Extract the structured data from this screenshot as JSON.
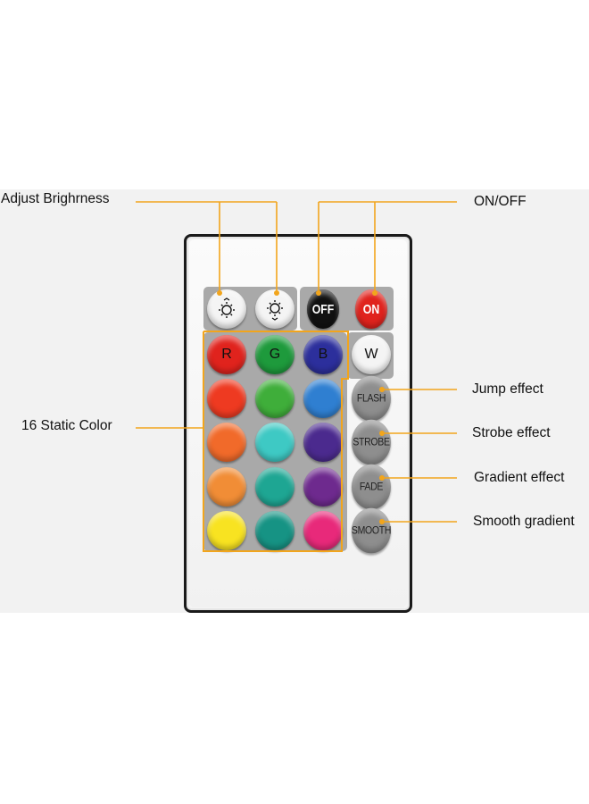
{
  "annotations": {
    "adjust_brightness": "Adjust Brighrness",
    "on_off": "ON/OFF",
    "static_color": "16 Static Color",
    "jump": "Jump effect",
    "strobe": "Strobe effect",
    "gradient": "Gradient effect",
    "smooth": "Smooth gradient"
  },
  "remote": {
    "top_row": [
      {
        "label": "",
        "icon": "brightness-up-icon",
        "color": "#f4f4f4"
      },
      {
        "label": "",
        "icon": "brightness-down-icon",
        "color": "#f4f4f4"
      },
      {
        "label": "OFF",
        "icon": "",
        "color": "#111111"
      },
      {
        "label": "ON",
        "icon": "",
        "color": "#e0231d"
      }
    ],
    "color_row_1": [
      {
        "label": "R",
        "color": "#e0231d"
      },
      {
        "label": "G",
        "color": "#1e9a3c"
      },
      {
        "label": "B",
        "color": "#2c2f9c"
      },
      {
        "label": "W",
        "color": "#f4f4f4"
      }
    ],
    "color_grid": [
      [
        "#ee3a21",
        "#3fae3a",
        "#2f7fd1"
      ],
      [
        "#f16a2a",
        "#3ec9c4",
        "#4b2a8e"
      ],
      [
        "#f18d36",
        "#1ea693",
        "#6e2a8e"
      ],
      [
        "#f8e321",
        "#169384",
        "#e8297a"
      ]
    ],
    "effects": [
      {
        "label": "FLASH",
        "color": "#8e8e8e"
      },
      {
        "label": "STROBE",
        "color": "#8e8e8e"
      },
      {
        "label": "FADE",
        "color": "#8e8e8e"
      },
      {
        "label": "SMOOTH",
        "color": "#8e8e8e"
      }
    ]
  },
  "accent": "#f2a51c"
}
